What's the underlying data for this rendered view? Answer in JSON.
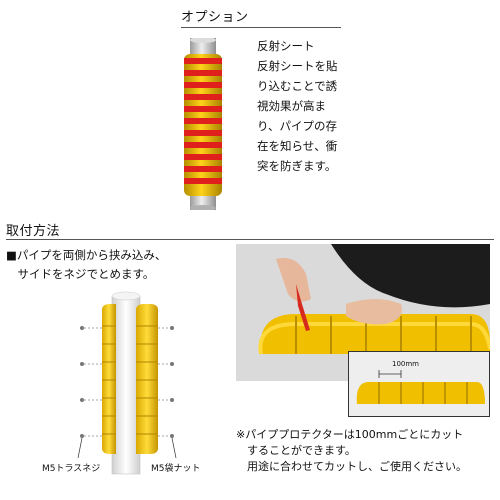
{
  "option": {
    "heading": "オプション",
    "reflect_title": "反射シート",
    "reflect_lines": [
      "反射シートを貼",
      "り込むことで誘",
      "視効果が高ま",
      "り、パイプの存",
      "在を知らせ、衝",
      "突を防ぎます。"
    ]
  },
  "install": {
    "heading": "取付方法",
    "instruction_line1": "■パイプを両側から挟み込み、",
    "instruction_line2": "　サイドをネジでとめます。",
    "label_screw": "M5トラスネジ",
    "label_nut": "M5袋ナット",
    "measure_label": "100mm",
    "note_line1": "※パイププロテクターは100mmごとにカット",
    "note_line2": "　することができます。",
    "note_line3": "　用途に合わせてカットし、ご使用ください。"
  },
  "colors": {
    "yellow": "#f2c200",
    "red": "#e0201c",
    "gray_pipe": "#c9c9c9",
    "photo_bg": "#d8d8d8"
  }
}
